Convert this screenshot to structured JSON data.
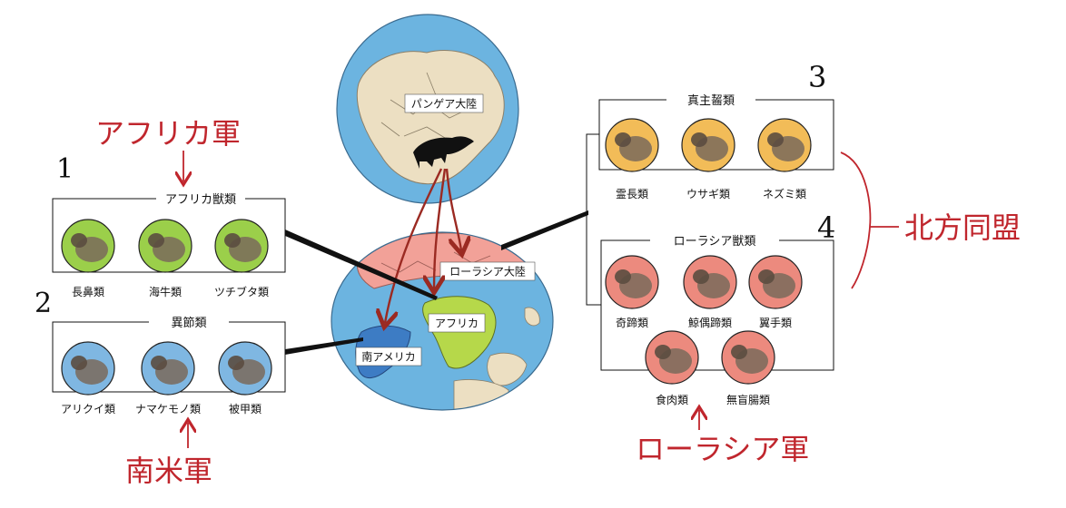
{
  "colors": {
    "ocean": "#6cb4e0",
    "pangaea_land": "#ecdfc2",
    "laurasia": "#f2a198",
    "africa": "#b6d84a",
    "south_america": "#3d7cc4",
    "annotation_red": "#c0262d",
    "group_afro": "#9bcf4a",
    "group_xenarthra": "#7fb7e2",
    "group_euarchontoglires": "#f2bc58",
    "group_laurasiatheria": "#ec8a7e"
  },
  "globes": {
    "pangaea_label": "パンゲア大陸",
    "laurasia_label": "ローラシア大陸",
    "africa_label": "アフリカ",
    "south_america_label": "南アメリカ"
  },
  "groups": {
    "afrotheria": {
      "title": "アフリカ獣類",
      "number": "1",
      "items": [
        {
          "label": "長鼻類",
          "icon": "elephant-icon"
        },
        {
          "label": "海牛類",
          "icon": "dugong-icon"
        },
        {
          "label": "ツチブタ類",
          "icon": "aardvark-icon"
        }
      ]
    },
    "xenarthra": {
      "title": "異節類",
      "number": "2",
      "items": [
        {
          "label": "アリクイ類",
          "icon": "anteater-icon"
        },
        {
          "label": "ナマケモノ類",
          "icon": "sloth-icon"
        },
        {
          "label": "被甲類",
          "icon": "armadillo-icon"
        }
      ]
    },
    "euarchontoglires": {
      "title": "真主齧類",
      "number": "3",
      "items": [
        {
          "label": "霊長類",
          "icon": "gorilla-icon"
        },
        {
          "label": "ウサギ類",
          "icon": "rabbit-icon"
        },
        {
          "label": "ネズミ類",
          "icon": "chinchilla-icon"
        }
      ]
    },
    "laurasiatheria": {
      "title": "ローラシア獣類",
      "number": "4",
      "items": [
        {
          "label": "奇蹄類",
          "icon": "horse-icon"
        },
        {
          "label": "鯨偶蹄類",
          "icon": "buffalo-icon"
        },
        {
          "label": "翼手類",
          "icon": "bat-icon"
        },
        {
          "label": "食肉類",
          "icon": "leopard-icon"
        },
        {
          "label": "無盲腸類",
          "icon": "mole-icon"
        }
      ]
    }
  },
  "annotations": {
    "africa_army": "アフリカ軍",
    "south_america_army": "南米軍",
    "laurasia_army": "ローラシア軍",
    "northern_alliance": "北方同盟"
  }
}
